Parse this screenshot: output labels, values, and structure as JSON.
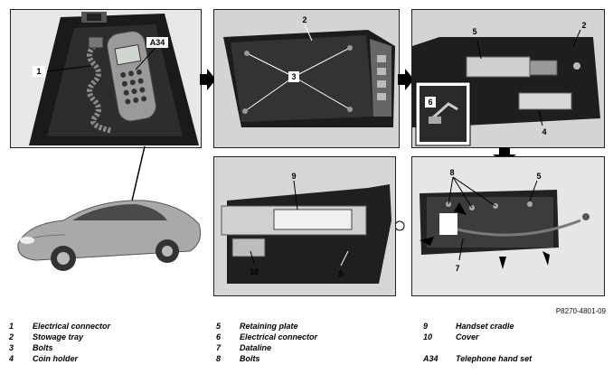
{
  "figure_code": "P8270-4801-09",
  "callouts": {
    "p1_1": "1",
    "p1_a34": "A34",
    "p2_2": "2",
    "p2_3": "3",
    "p3_5": "5",
    "p3_2": "2",
    "p3_6": "6",
    "p3_4": "4",
    "p4_8": "8",
    "p4_5": "5",
    "p4_7": "7",
    "p5_9": "9",
    "p5_10": "10",
    "p5_5": "5"
  },
  "legend": [
    {
      "num": "1",
      "text": "Electrical connector"
    },
    {
      "num": "2",
      "text": "Stowage tray"
    },
    {
      "num": "3",
      "text": "Bolts"
    },
    {
      "num": "4",
      "text": "Coin holder"
    },
    {
      "num": "5",
      "text": "Retaining plate"
    },
    {
      "num": "6",
      "text": "Electrical connector"
    },
    {
      "num": "7",
      "text": "Dataline"
    },
    {
      "num": "8",
      "text": "Bolts"
    },
    {
      "num": "9",
      "text": "Handset cradle"
    },
    {
      "num": "10",
      "text": "Cover"
    },
    {
      "num": "A34",
      "text": "Telephone hand set"
    }
  ]
}
